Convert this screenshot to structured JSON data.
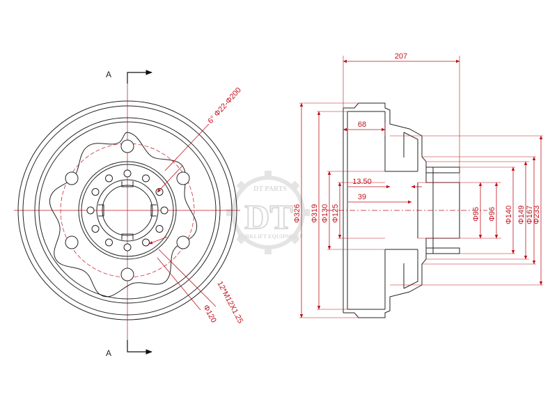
{
  "colors": {
    "outline": "#222222",
    "dimension": "#c0121c",
    "watermark": "#d4d4d4",
    "background": "#ffffff"
  },
  "section": {
    "marker_top": "A",
    "marker_bottom": "A"
  },
  "front_view": {
    "callout_bolt_circle": "6° Φ22-Φ200",
    "callout_thread": "12*M12X1.25",
    "callout_pcd": "Φ120"
  },
  "side_view": {
    "overall_width": "207",
    "drum_depth": "68",
    "flange_offset": "13.50",
    "hub_offset": "39",
    "left_diameters": [
      "Φ326",
      "Φ319",
      "Φ130",
      "Φ125"
    ],
    "right_diameters": [
      "Φ95",
      "Φ96",
      "Φ140",
      "Φ149",
      "Φ167",
      "Φ233"
    ]
  },
  "watermark": {
    "brand_small": "DT PARTS",
    "brand_big": "DT",
    "tagline": "FORKLIFT EQUIPMENT"
  }
}
